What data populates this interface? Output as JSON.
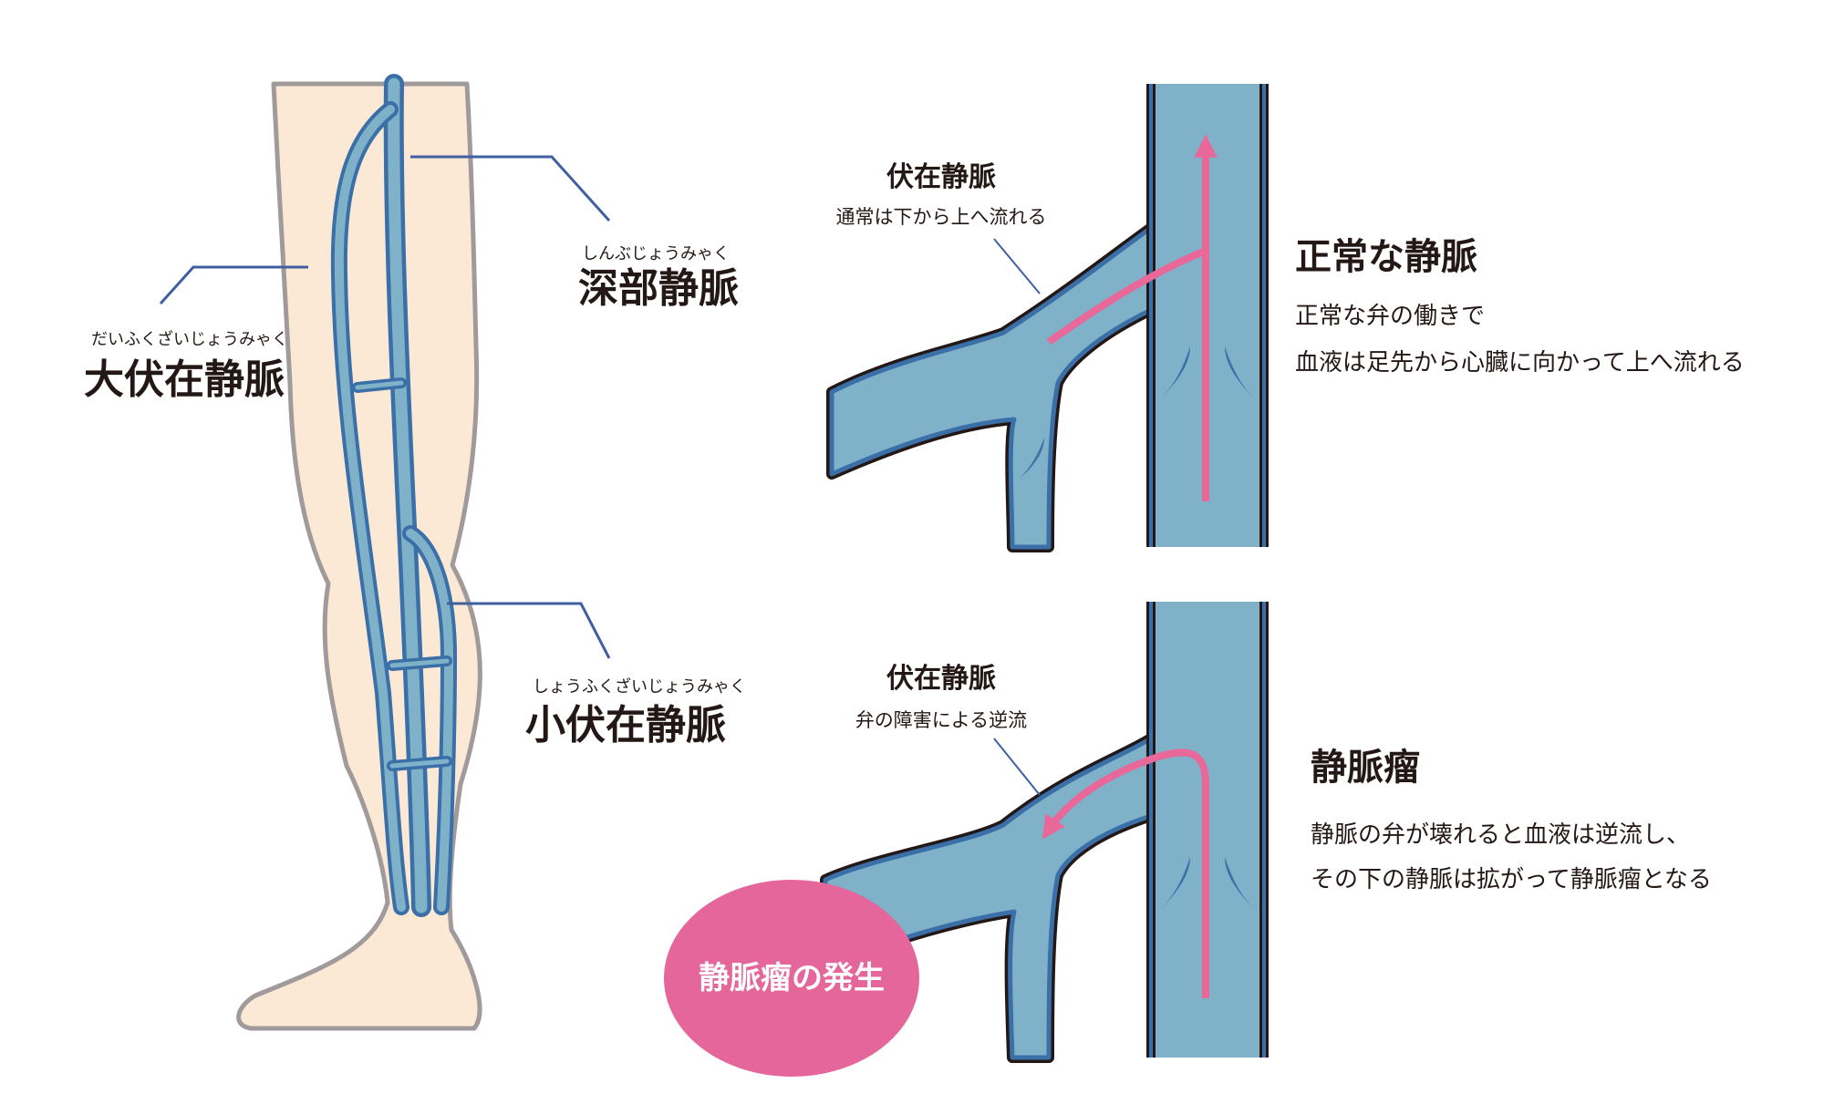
{
  "leg": {
    "labels": [
      {
        "id": "great-saphenous",
        "ruby": "だいふくざいじょうみゃく",
        "name": "大伏在静脈"
      },
      {
        "id": "deep",
        "ruby": "しんぶじょうみゃく",
        "name": "深部静脈"
      },
      {
        "id": "small-saphenous",
        "ruby": "しょうふくざいじょうみゃく",
        "name": "小伏在静脈"
      }
    ]
  },
  "normal": {
    "vein_label": "伏在静脈",
    "vein_note": "通常は下から上へ流れる",
    "heading": "正常な静脈",
    "description": [
      "正常な弁の働きで",
      "血液は足先から心臓に向かって上へ流れる"
    ]
  },
  "varicose": {
    "vein_label": "伏在静脈",
    "vein_note": "弁の障害による逆流",
    "heading": "静脈瘤",
    "description": [
      "静脈の弁が壊れると血液は逆流し、",
      "その下の静脈は拡がって静脈瘤となる"
    ],
    "badge": "静脈瘤の発生"
  },
  "colors": {
    "skin": "#fbe9d6",
    "skin_outline": "#a09a9a",
    "vein_fill": "#7fb2c9",
    "vein_dark": "#3a6fa8",
    "flow_arrow": "#e8689a",
    "badge": "#e5669a",
    "leader": "#3f5fa0"
  }
}
